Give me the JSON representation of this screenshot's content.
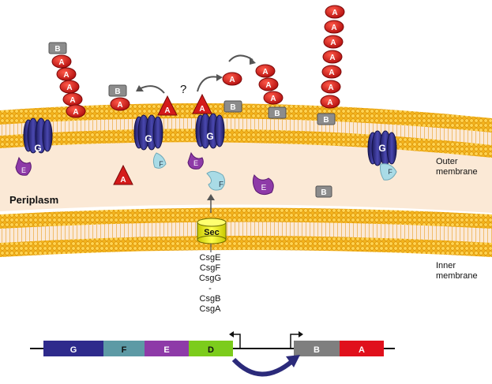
{
  "labels": {
    "outer_membrane": [
      "Outer",
      "membrane"
    ],
    "inner_membrane": [
      "Inner",
      "membrane"
    ],
    "periplasm": "Periplasm",
    "question": "?",
    "sec": "Sec"
  },
  "proteins": {
    "a": "A",
    "b": "B",
    "e": "E",
    "f": "F",
    "g": "G"
  },
  "operon_list": [
    "CsgE",
    "CsgF",
    "CsgG",
    "-",
    "CsgB",
    "CsgA"
  ],
  "genes": [
    {
      "label": "G",
      "color": "#2e2a8c"
    },
    {
      "label": "F",
      "color": "#5d9aa5"
    },
    {
      "label": "E",
      "color": "#8e3aa8"
    },
    {
      "label": "D",
      "color": "#7ccc1c"
    },
    {
      "label": "B",
      "color": "#7f7f7f"
    },
    {
      "label": "A",
      "color": "#e0101c"
    }
  ],
  "colors": {
    "membrane": "#f2b21a",
    "periplasm": "#fbe9d6",
    "curli_a": "#d41a1a",
    "curli_b": "#8c8c8c",
    "pore_g": "#2b2a7a",
    "chaperone_e": "#8e3aa8",
    "chaperone_f": "#a9dbe6",
    "arrow": "#2b2a7a"
  }
}
